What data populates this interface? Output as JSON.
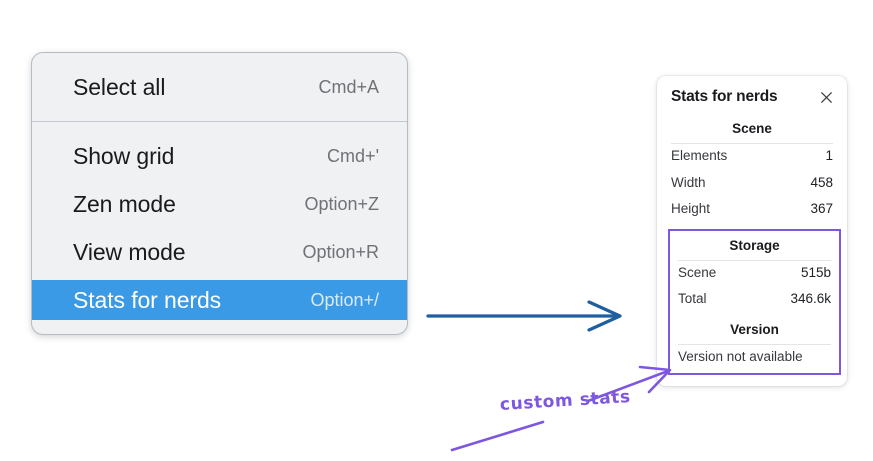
{
  "menu": {
    "sections": [
      {
        "items": [
          {
            "label": "Select all",
            "shortcut": "Cmd+A",
            "highlighted": false
          }
        ]
      },
      {
        "items": [
          {
            "label": "Show grid",
            "shortcut": "Cmd+'",
            "highlighted": false
          },
          {
            "label": "Zen mode",
            "shortcut": "Option+Z",
            "highlighted": false
          },
          {
            "label": "View mode",
            "shortcut": "Option+R",
            "highlighted": false
          },
          {
            "label": "Stats for nerds",
            "shortcut": "Option+/",
            "highlighted": true
          }
        ]
      }
    ],
    "highlight_color": "#3b9ae6",
    "background_color": "#f0f1f3"
  },
  "stats_panel": {
    "title": "Stats for nerds",
    "close_icon": "close-icon",
    "scene": {
      "heading": "Scene",
      "rows": [
        {
          "label": "Elements",
          "value": "1"
        },
        {
          "label": "Width",
          "value": "458"
        },
        {
          "label": "Height",
          "value": "367"
        }
      ]
    },
    "storage": {
      "heading": "Storage",
      "rows": [
        {
          "label": "Scene",
          "value": "515b"
        },
        {
          "label": "Total",
          "value": "346.6k"
        }
      ]
    },
    "version": {
      "heading": "Version",
      "note": "Version not available"
    },
    "highlight_border_color": "#7d57e0"
  },
  "annotations": {
    "custom_stats_label": "custom stats",
    "arrow_main_color": "#1f5fa0",
    "arrow_purple_color": "#7d57e0"
  }
}
